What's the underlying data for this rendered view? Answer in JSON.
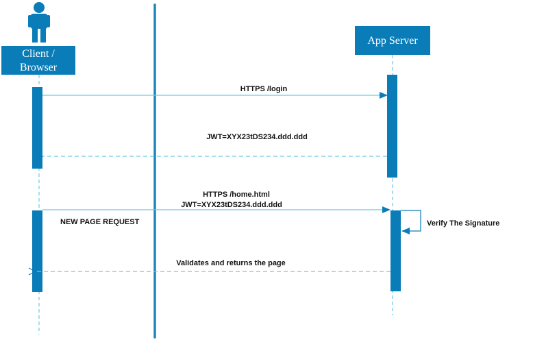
{
  "colors": {
    "primary": "#0A7DB8",
    "lifeline": "#6EC6E8",
    "divider": "#1F85BD",
    "text": "#111111"
  },
  "actors": {
    "client": {
      "line1": "Client /",
      "line2": "Browser",
      "icon": "person-icon"
    },
    "server": {
      "label": "App Server"
    }
  },
  "messages": {
    "login": "HTTPS /login",
    "jwt": "JWT=XYX23tDS234.ddd.ddd",
    "home_line1": "HTTPS /home.html",
    "home_line2": "JWT=XYX23tDS234.ddd.ddd",
    "new_page": "NEW PAGE REQUEST",
    "verify": "Verify The Signature",
    "validates": "Validates and returns the page"
  }
}
